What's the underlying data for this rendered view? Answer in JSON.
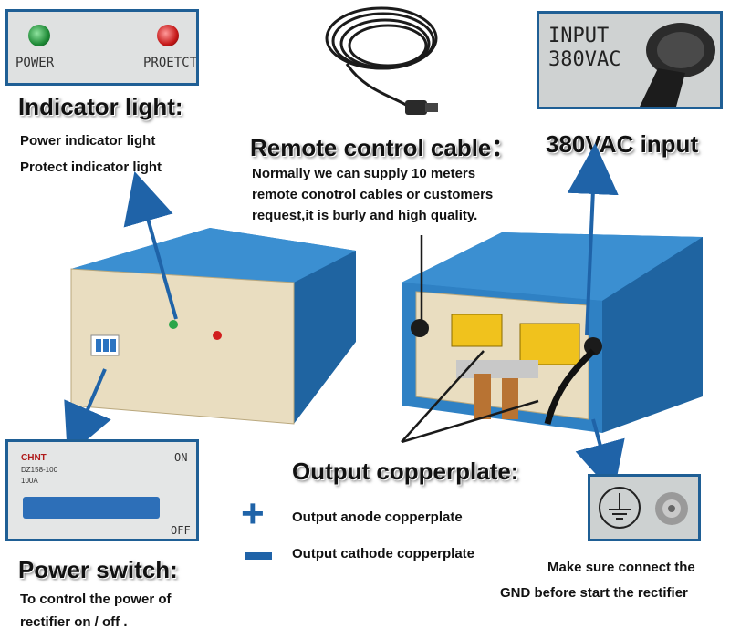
{
  "panels": {
    "indicator_inset": {
      "power_label": "POWER",
      "protect_label": "PROETCT"
    },
    "input_inset": {
      "line1": "INPUT",
      "line2": "380VAC"
    },
    "breaker_inset": {
      "brand": "CHNT",
      "model": "DZ158-100",
      "rating": "100A",
      "on_label": "ON",
      "off_label": "OFF"
    }
  },
  "indicator": {
    "title": "Indicator light:",
    "line1": "Power indicator light",
    "line2": "Protect indicator light"
  },
  "remote_cable": {
    "title": "Remote control cable：",
    "line1": "Normally we can supply 10 meters",
    "line2": "remote conotrol cables or customers",
    "line3": "request,it is burly and high quality."
  },
  "input": {
    "title": "380VAC input"
  },
  "output": {
    "title": "Output copperplate:",
    "anode_symbol": "+",
    "anode_label": "Output anode copperplate",
    "cathode_label": "Output cathode  copperplate"
  },
  "power_switch": {
    "title": "Power switch:",
    "line1": "To control the power of",
    "line2": "rectifier on / off ."
  },
  "ground": {
    "line1": "Make sure connect the",
    "line2": "GND before start the rectifier"
  },
  "colors": {
    "cabinet_blue": "#2d7dbf",
    "arrow_blue": "#1f63a8",
    "front_panel": "#e8dcbf",
    "accent_red": "#c21b1b",
    "accent_green": "#1f8f3a"
  }
}
